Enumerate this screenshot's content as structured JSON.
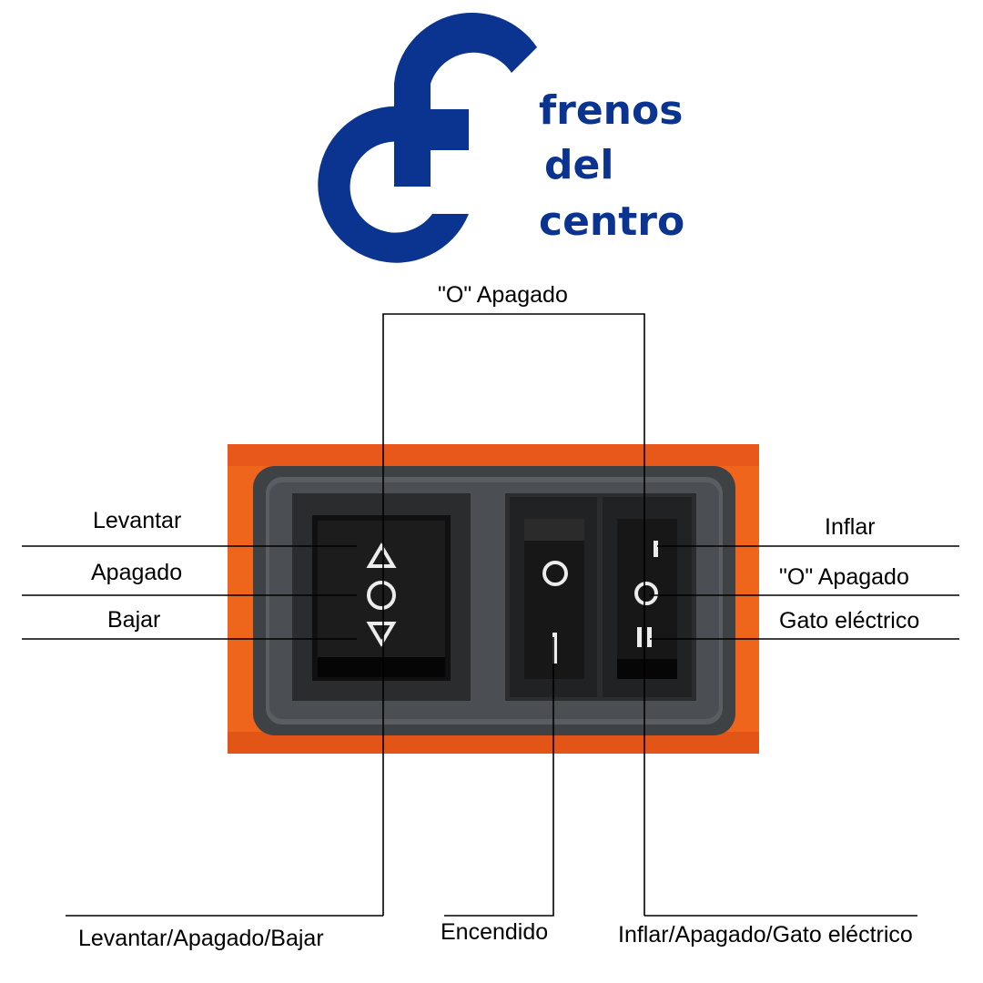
{
  "brand": {
    "line1": "frenos",
    "line2": "del",
    "line3": "centro",
    "color": "#0a3490"
  },
  "labels": {
    "top_off": "\"O\" Apagado",
    "left_up": "Levantar",
    "left_off": "Apagado",
    "left_down": "Bajar",
    "right_inflate": "Inflar",
    "right_off": "\"O\" Apagado",
    "right_jack": "Gato eléctrico",
    "bottom_left": "Levantar/Apagado/Bajar",
    "bottom_mid": "Encendido",
    "bottom_right": "Inflar/Apagado/Gato eléctrico"
  },
  "switch_symbols": {
    "left_rocker": [
      "triangle-up-icon",
      "circle-off-icon",
      "triangle-down-icon"
    ],
    "middle_rocker": [
      "circle-off-icon",
      "line-on-icon"
    ],
    "right_rocker": [
      "line-on-icon",
      "circle-off-icon",
      "double-line-icon"
    ]
  },
  "colors": {
    "panel_orange": "#f0651c",
    "bezel_gray": "#3f4245",
    "rocker_black": "#151515",
    "symbol_white": "#ececec"
  }
}
